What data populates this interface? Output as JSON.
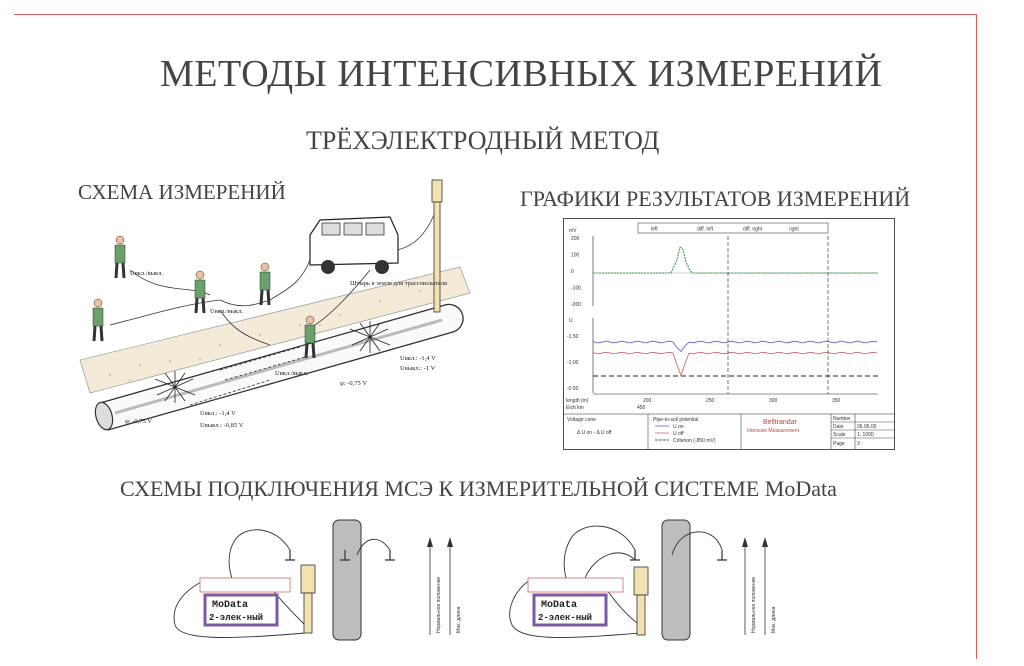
{
  "title": "МЕТОДЫ ИНТЕНСИВНЫХ ИЗМЕРЕНИЙ",
  "subtitle": "ТРЁХЭЛЕКТРОДНЫЙ МЕТОД",
  "scheme_section": {
    "heading": "СХЕМА ИЗМЕРЕНИЙ",
    "labels": {
      "pin_in_ground": "Штырь в земле для трассоискателя",
      "u_vkl_vykl_1": "Uвкл./выкл.",
      "u_vkl_vykl_2": "Uвкл./выкл.",
      "u_vkl_vykl_3": "Uвкл./выкл.",
      "u_vkl_1": "Uвкл.: -1,4 V",
      "u_vykl_1": "Uвыкл.: -1 V",
      "u_vkl_2": "Uвкл.: -1,4 V",
      "u_vykl_2": "Uвыкл.: -0,85 V",
      "phi_1": "φ: -0,75 V",
      "phi_2": "φ: -0,75 V"
    }
  },
  "graph_section": {
    "heading": "ГРАФИКИ РЕЗУЛЬТАТОВ ИЗМЕРЕНИЙ",
    "legend": [
      "left",
      "diff. left",
      "diff. right",
      "right"
    ],
    "upper_y_unit": "mV",
    "upper_ticks": [
      "200",
      "100",
      "0",
      "-100",
      "-200"
    ],
    "lower_y_label": "U",
    "lower_ticks": [
      "-1.50",
      "-1.00",
      "-0.50"
    ],
    "x_label_1": "length (m)",
    "x_label_2": "Eich km",
    "x_ticks": [
      "200",
      "250",
      "300",
      "350"
    ],
    "x_sub_tick": "450",
    "footer": {
      "voltage_cone": "Voltage cone",
      "voltage_formula": "Δ U on - Δ U off",
      "pipe_to_soil": "Pipe-to-soil potential",
      "u_on": "U on",
      "u_off": "U off",
      "criterion": "Criterion (-850 mV)",
      "company": "Belltrandar",
      "method": "Intensive Measurement",
      "number_label": "Number",
      "date_label": "Date",
      "scale_label": "Scale",
      "page_label": "Page",
      "date_value": "06.06.00",
      "scale_value": "1: 1000",
      "page_value": "3"
    }
  },
  "connection_section": {
    "heading": "СХЕМЫ ПОДКЛЮЧЕНИЯ МСЭ К ИЗМЕРИТЕЛЬНОЙ СИСТЕМЕ MoData",
    "device_name": "MoData",
    "device_mode": "2-элек-ный",
    "axis_label_1": "Нормальное положение",
    "axis_label_2": "Мах. длина"
  },
  "colors": {
    "border": "#d85a5a",
    "green_curve": "#3a9a4a",
    "blue_curve": "#5a6ad0",
    "red_curve": "#d06a6a",
    "device_frame": "#7a5aa0",
    "electrode": "#c9a24a"
  }
}
